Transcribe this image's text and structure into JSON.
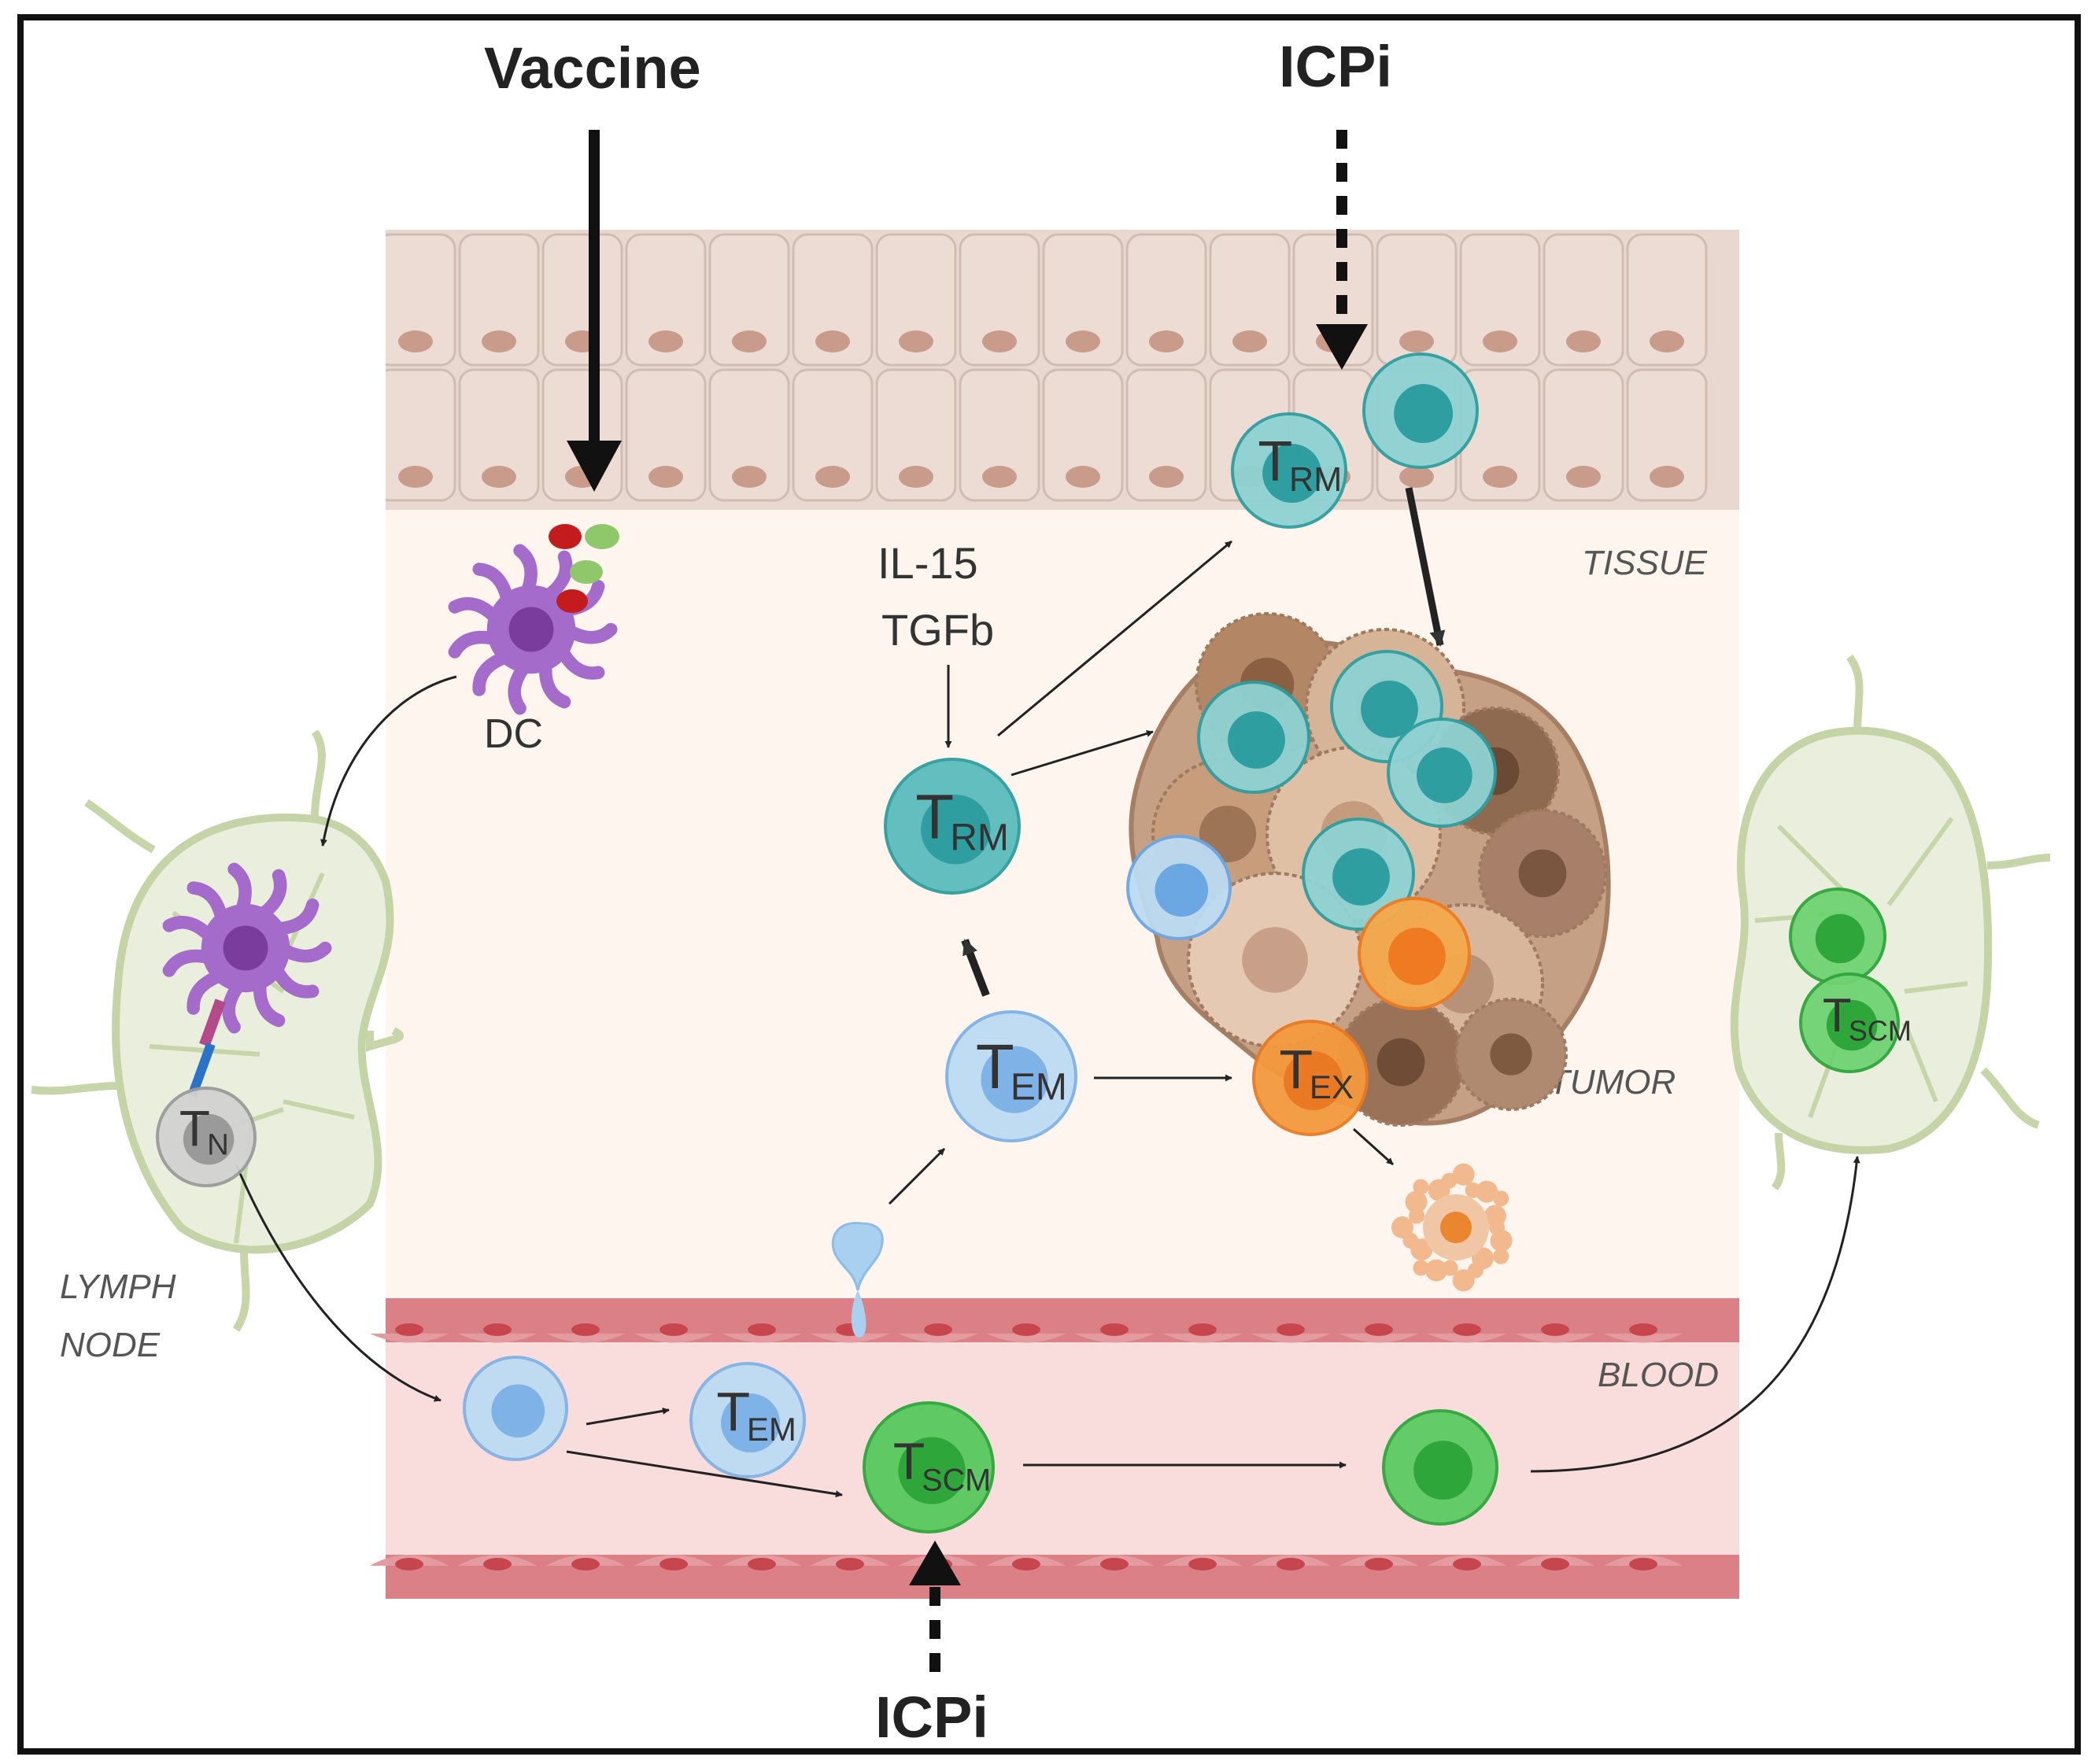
{
  "labels": {
    "vaccine": "Vaccine",
    "icpi_top": "ICPi",
    "icpi_bottom": "ICPi",
    "il15": "IL-15",
    "tgfb": "TGFb",
    "dc": "DC",
    "tissue": "TISSUE",
    "tumor": "TUMOR",
    "blood": "BLOOD",
    "lymph": "LYMPH",
    "node": "NODE"
  },
  "cells": {
    "trm_tissue": {
      "main": "T",
      "sub": "RM"
    },
    "trm_center": {
      "main": "T",
      "sub": "RM"
    },
    "tem_center": {
      "main": "T",
      "sub": "EM"
    },
    "tex_tumor": {
      "main": "T",
      "sub": "EX"
    },
    "tn_node": {
      "main": "T",
      "sub": "N"
    },
    "tem_blood": {
      "main": "T",
      "sub": "EM"
    },
    "tscm_blood": {
      "main": "T",
      "sub": "SCM"
    },
    "tscm_node": {
      "main": "T",
      "sub": "SCM"
    }
  },
  "colors": {
    "tissue_bg": "#fdf5ee",
    "epithelium": "#ecdcd4",
    "blood_bg": "#f9dcdc",
    "vessel_wall": "#d9777c",
    "trm": "#3aa7a8",
    "tem": "#8ec3ea",
    "tscm": "#3dbf4d",
    "tex": "#f08a2c",
    "tn": "#a8a8a8",
    "dc": "#9860c0",
    "lymph_node": "#e9efdc"
  }
}
